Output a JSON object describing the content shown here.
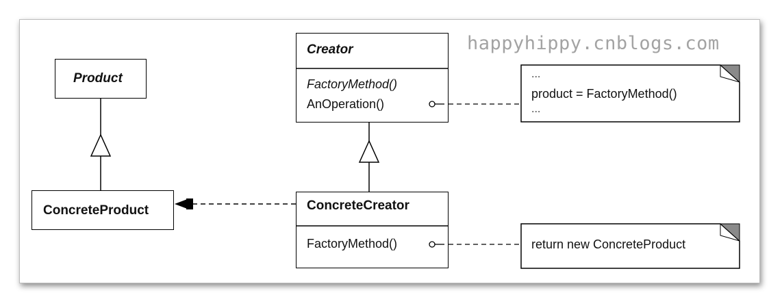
{
  "watermark": "happyhippy.cnblogs.com",
  "classes": {
    "product": {
      "name": "Product"
    },
    "concrete_product": {
      "name": "ConcreteProduct"
    },
    "creator": {
      "name": "Creator",
      "operations": [
        "FactoryMethod()",
        "AnOperation()"
      ]
    },
    "concrete_creator": {
      "name": "ConcreteCreator",
      "operations": [
        "FactoryMethod()"
      ]
    }
  },
  "notes": {
    "creator_note": {
      "lines": [
        "...",
        "product = FactoryMethod()",
        "..."
      ]
    },
    "concrete_creator_note": {
      "lines": [
        "return new ConcreteProduct"
      ]
    }
  }
}
